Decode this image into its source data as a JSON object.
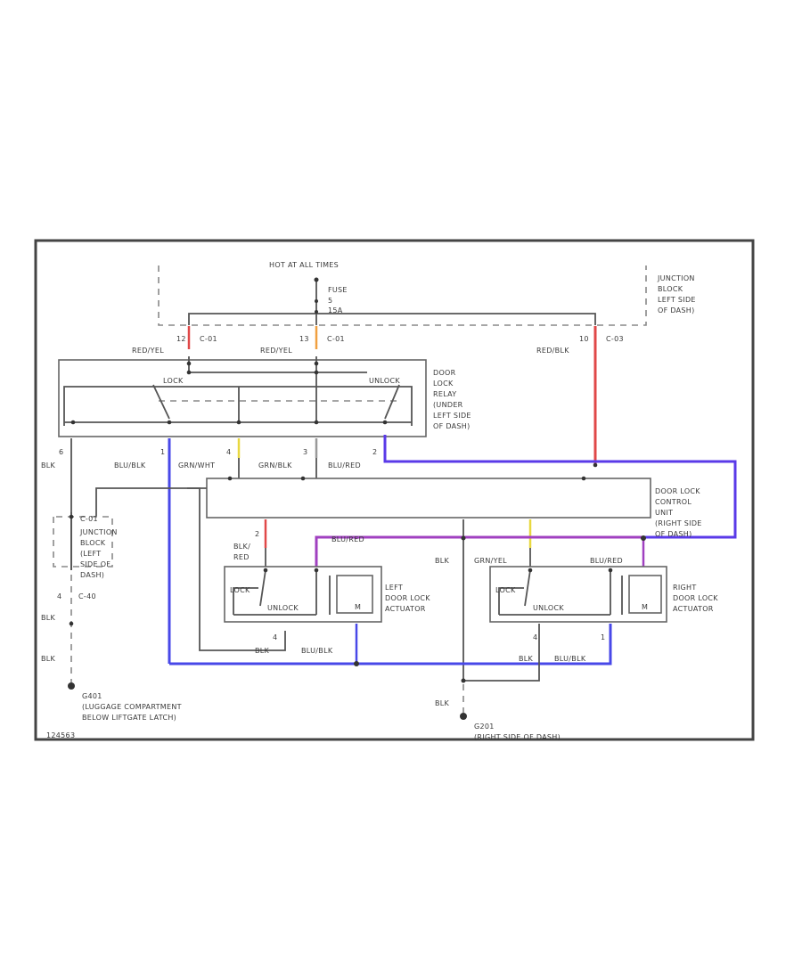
{
  "colors": {
    "red": "#e04848",
    "orange": "#f0a040",
    "yellow": "#e8d840",
    "blue": "#4848e8",
    "purple": "#a040c0",
    "wire": "#555555"
  },
  "power": {
    "hot": "HOT AT ALL TIMES",
    "fuse": "FUSE",
    "fuse_num": "5",
    "fuse_amp": "15A",
    "jb_title": "JUNCTION",
    "jb_l2": "BLOCK",
    "jb_l3": "LEFT SIDE",
    "jb_l4": "OF DASH)"
  },
  "top_wires": {
    "w1": "RED/YEL",
    "w2": "RED/YEL",
    "w3": "RED/BLK",
    "pin1": "12",
    "pin2": "13",
    "pin3": "10",
    "c1": "C-01",
    "c2": "C-01",
    "c3": "C-03"
  },
  "relay": {
    "lock": "LOCK",
    "unlock": "UNLOCK",
    "l1": "DOOR",
    "l2": "LOCK",
    "l3": "RELAY",
    "l4": "(UNDER",
    "l5": "LEFT SIDE",
    "l6": "OF DASH)"
  },
  "mid_wires": {
    "p1": "1",
    "p2": "4",
    "p3": "3",
    "p4": "2",
    "w1": "BLU/BLK",
    "w2": "GRN/WHT",
    "w3": "GRN/BLK",
    "w4": "BLU/RED",
    "blk": "BLK",
    "blk_pin": "6"
  },
  "control_unit": {
    "l1": "DOOR LOCK",
    "l2": "CONTROL",
    "l3": "UNIT",
    "l4": "(RIGHT SIDE",
    "l5": "OF DASH)"
  },
  "left_jb": {
    "c": "C-01",
    "l1": "JUNCTION",
    "l2": "BLOCK",
    "l3": "(LEFT",
    "l4": "SIDE OF",
    "l5": "DASH)",
    "pin": "4",
    "conn": "C-40",
    "blk1": "BLK",
    "blk2": "BLK"
  },
  "left_actuator": {
    "blk_red_1": "BLK/",
    "blk_red_2": "RED",
    "pin_top": "2",
    "lock": "LOCK",
    "unlock": "UNLOCK",
    "m": "M",
    "l1": "LEFT",
    "l2": "DOOR LOCK",
    "l3": "ACTUATOR",
    "pin_bot": "4",
    "blk": "BLK",
    "blu_blk": "BLU/BLK",
    "blu_red": "BLU/RED"
  },
  "right_actuator": {
    "blk": "BLK",
    "grn_yel": "GRN/YEL",
    "blu_red": "BLU/RED",
    "lock": "LOCK",
    "unlock": "UNLOCK",
    "m": "M",
    "l1": "RIGHT",
    "l2": "DOOR LOCK",
    "l3": "ACTUATOR",
    "pin_bot": "4",
    "pin_r": "1",
    "blk2": "BLK",
    "blu_blk": "BLU/BLK"
  },
  "grounds": {
    "g1_id": "G401",
    "g1_l1": "(LUGGAGE COMPARTMENT",
    "g1_l2": "BELOW LIFTGATE LATCH)",
    "g2_blk": "BLK",
    "g2_id": "G201",
    "g2_l1": "(RIGHT SIDE OF DASH)"
  },
  "footer": {
    "code": "124563"
  }
}
